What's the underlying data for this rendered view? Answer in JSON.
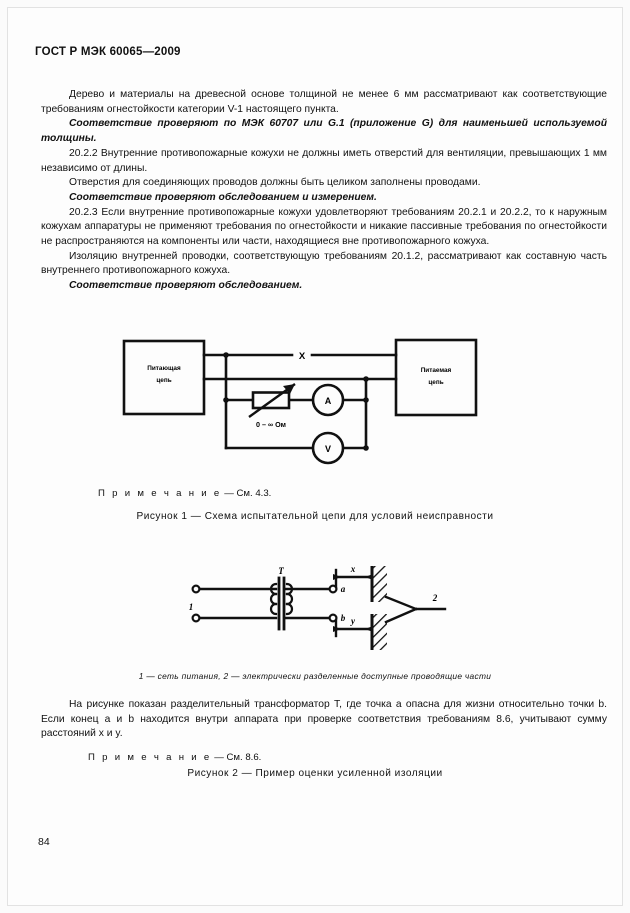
{
  "header": {
    "standard": "ГОСТ Р МЭК 60065—2009"
  },
  "body": {
    "paragraphs": [
      {
        "style": "normal",
        "text": "Дерево и материалы на древесной основе  толщиной  не менее 6 мм  рассматривают  как  соответствующие требованиям огнестойкости категории V-1 настоящего пункта."
      },
      {
        "style": "italic",
        "text": "Соответствие проверяют по МЭК 60707 или G.1 (приложение G) для наименьшей используемой толщины."
      },
      {
        "style": "normal",
        "text": "20.2.2 Внутренние противопожарные кожухи не должны иметь отверстий для вентиляции, превышающих 1 мм независимо от длины."
      },
      {
        "style": "normal",
        "text": "Отверстия для соединяющих проводов должны быть целиком заполнены проводами."
      },
      {
        "style": "italic",
        "text": "Соответствие проверяют обследованием и измерением."
      },
      {
        "style": "normal",
        "text": "20.2.3 Если внутренние противопожарные кожухи удовлетворяют требованиям 20.2.1 и 20.2.2, то к наружным кожухам аппаратуры не применяют требования по огнестойкости и никакие пассивные требования по огнестойкости не распространяются на компоненты или части, находящиеся вне противопожарного кожуха."
      },
      {
        "style": "normal",
        "text": "Изоляцию внутренней проводки, соответствующую требованиям 20.1.2, рассматривают как составную часть внутреннего противопожарного кожуха."
      },
      {
        "style": "italic",
        "text": "Соответствие проверяют обследованием."
      }
    ]
  },
  "figure1": {
    "note_label": "П р и м е ч а н и е",
    "note_text": "— См. 4.3.",
    "caption": "Рисунок 1 — Схема испытательной цепи для условий неисправности",
    "source_box_line1": "Питающая",
    "source_box_line2": "цепь",
    "load_box_line1": "Питаемая",
    "load_box_line2": "цепь",
    "break_label": "X",
    "resistor_label": "0 – ∞ Ом",
    "ammeter_label": "A",
    "voltmeter_label": "V"
  },
  "figure2": {
    "legend": "1 — сеть питания, 2 — электрически разделенные доступные проводящие части",
    "caption": "Рисунок 2 — Пример оценки усиленной изоляции",
    "label_mains": "1",
    "label_transformer": "T",
    "label_point_a": "a",
    "label_point_b": "b",
    "label_dist_x": "x",
    "label_dist_y": "y",
    "label_parts": "2",
    "note_label": "П р и м е ч а н и е",
    "note_text": "— См. 8.6."
  },
  "body2": {
    "paragraphs": [
      {
        "style": "normal",
        "text": "На рисунке показан разделительный трансформатор T, где точка a опасна для жизни относительно точки b. Если конец a и b находится внутри аппарата при проверке соответствия требованиям 8.6, учитывают сумму расстояний x  и y."
      }
    ]
  },
  "footer": {
    "page_number": "84"
  }
}
